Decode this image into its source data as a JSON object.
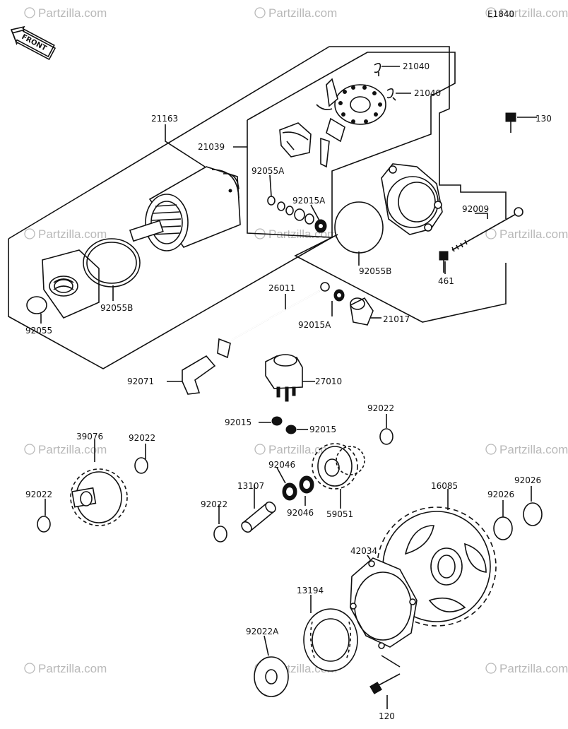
{
  "diagram_code": "E1840",
  "front_label": "FRONT",
  "watermark": "Partzilla.com",
  "labels": {
    "p21163": "21163",
    "p21039": "21039",
    "p21040a": "21040",
    "p21040b": "21040",
    "p130": "130",
    "p92009": "92009",
    "p461": "461",
    "p92055A": "92055A",
    "p92015A_top": "92015A",
    "p92055B_right": "92055B",
    "p92055B_left": "92055B",
    "p92055": "92055",
    "p26011": "26011",
    "p92015A_mid": "92015A",
    "p21017": "21017",
    "p92071": "92071",
    "p27010": "27010",
    "p92015a": "92015",
    "p92015b": "92015",
    "p92022_r": "92022",
    "p39076": "39076",
    "p92022_a": "92022",
    "p92022_b": "92022",
    "p92046a": "92046",
    "p92046b": "92046",
    "p13107": "13107",
    "p92022_c": "92022",
    "p59051": "59051",
    "p16085": "16085",
    "p92026a": "92026",
    "p92026b": "92026",
    "p42034": "42034",
    "p13194": "13194",
    "p92022A": "92022A",
    "p120": "120"
  }
}
